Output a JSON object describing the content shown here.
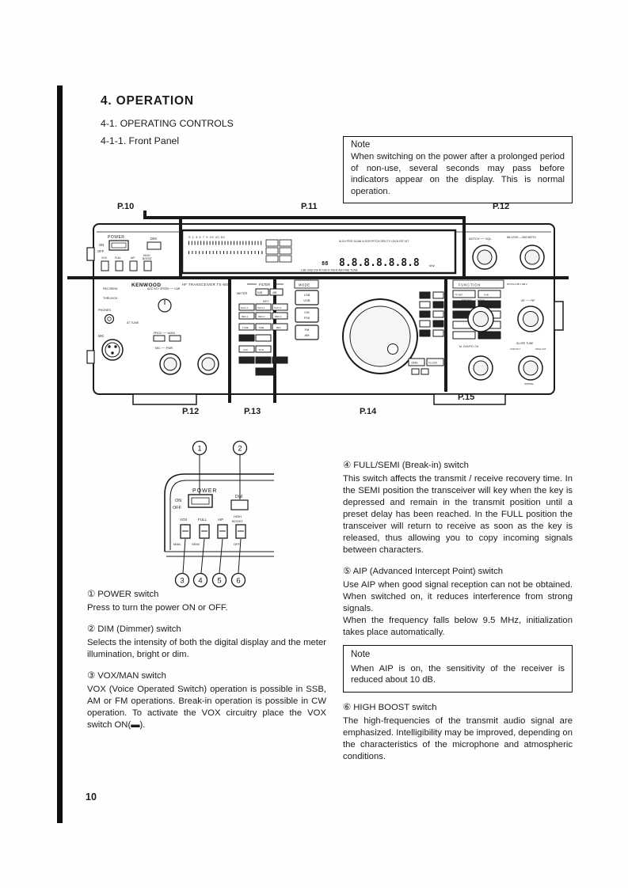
{
  "page": {
    "number": "10",
    "title": "4.  OPERATION",
    "section": "4-1.    OPERATING CONTROLS",
    "subsection": "4-1-1.    Front Panel"
  },
  "note_power": {
    "title": "Note",
    "body": "When switching on the power after a prolonged period of non-use, several seconds may pass before indicators appear on the display. This is normal operation."
  },
  "note_aip": {
    "title": "Note",
    "body": "When AIP is on, the sensitivity of the receiver is reduced about 10 dB."
  },
  "sections": [
    {
      "heading": "① POWER switch",
      "body": "Press to turn the power ON or OFF."
    },
    {
      "heading": "② DIM (Dimmer) switch",
      "body": "Selects the intensity of both the digital display and the meter illumination, bright or dim."
    },
    {
      "heading": "③ VOX/MAN switch",
      "body": "VOX (Voice Operated Switch) operation is possible in SSB, AM or FM operations. Break-in operation is possible in CW operation. To activate the VOX circuitry place the VOX switch ON(▬)."
    },
    {
      "heading": "④ FULL/SEMI (Break-in) switch",
      "body": "This switch affects the transmit / receive recovery time. In the SEMI position the transceiver will key when the key is depressed and remain in the transmit position until a preset delay has been reached. In the FULL position the transceiver will return to receive as soon as the key is released, thus allowing you to copy incoming signals between characters."
    },
    {
      "heading": "⑤ AIP (Advanced Intercept Point) switch",
      "body": "Use AIP when good signal reception can not be obtained. When switched on, it reduces interference from strong signals.",
      "body2": "When the frequency falls below 9.5 MHz, initialization takes place automatically."
    },
    {
      "heading": "⑥ HIGH BOOST switch",
      "body": "The high-frequencies of the transmit audio signal are emphasized. Intelligibility may be improved, depending on the characteristics of the microphone and atmospheric conditions."
    }
  ],
  "panel": {
    "zones_top": [
      "P.10",
      "P.11",
      "P.12"
    ],
    "zones_bottom": [
      "P.12",
      "P.13",
      "P.14",
      "P.15"
    ],
    "brand": "KENWOOD",
    "model": "HF TRANSCEIVER   TS-850S",
    "labels": {
      "power": "POWER",
      "on": "ON",
      "off": "OFF",
      "dim": "DIM",
      "vox": "VOX",
      "full": "FULL",
      "aip": "AIP",
      "high": "HIGH",
      "boost": "BOOST",
      "rec_send": "REC/SEND",
      "thru_vox": "THRU/VOX",
      "phones": "PHONES",
      "mic": "MIC",
      "at_tune": "AT TUNE",
      "agc_row": "AGC    KEY SPEED ── CAR",
      "proc_moni": "PROC ── MONI",
      "mic_pwr": "MIC ── PWR",
      "meter": "METER",
      "f883": "8.83",
      "f455": "455",
      "key": "KEY",
      "play1": "PLAY-1",
      "play2": "PLAY-2",
      "play3": "PLAY-3",
      "rec1": "REC-1",
      "rec2": "REC-2",
      "rec3": "REC-3",
      "tune": "TUNE",
      "fine": "FINE",
      "rev": "REV",
      "clr": "CLR",
      "min": "M.IN",
      "shift": "SHIFT",
      "scan": "SCAN",
      "voice": "VOICE",
      "filter": "FILTER",
      "mode": "MODE",
      "function": "FUNCTION",
      "lsb": "LSB",
      "usb": "USB",
      "cw": "CW",
      "fsk": "FSK",
      "fm": "FM",
      "am": "AM",
      "tf_set": "TF-SET",
      "a_b": "A=B",
      "mhz": "1MHz",
      "f_lock": "F.LOCK",
      "notch_sql": "NOTCH ── SQL",
      "nb": "NB LEVEL ─ NB2 WIDTH",
      "nb_row": "NOTCH    NB 1   NB 2",
      "rit_tone": "RIT/XIT ── TONE",
      "af_rf": "AF ── RF",
      "mch": "M. CH/VFO. CH",
      "slope": "SLOPE TUNE",
      "lowcut": "LOW CUT",
      "highcut": "HIGH CUT",
      "normal": "NORMAL",
      "meter_scale": "S  1  3  5  7  9   20  40  60",
      "disp_top": "M.CH  PRG  SCAN  N.SCR  PITCH  SPLIT  F.LOCK  RIT  XIT",
      "disp_bottom": "LSB  USB  CW-R  FSK-R  FM-R  AM      FINE  TUNE",
      "digits": "8.8.8.8.8.8.8",
      "digits_sub": "88",
      "khz": "kHz"
    }
  },
  "closeup": {
    "callouts": [
      "1",
      "2",
      "3",
      "4",
      "5",
      "6"
    ],
    "labels": {
      "power": "POWER",
      "on": "ON",
      "off": "OFF",
      "dim": "DIM",
      "vox": "VOX",
      "full": "FULL",
      "aip": "AIP",
      "high": "HIGH",
      "boost": "BOOST",
      "man": "MAN",
      "semi": "SEMI",
      "off2": "OFF"
    }
  }
}
